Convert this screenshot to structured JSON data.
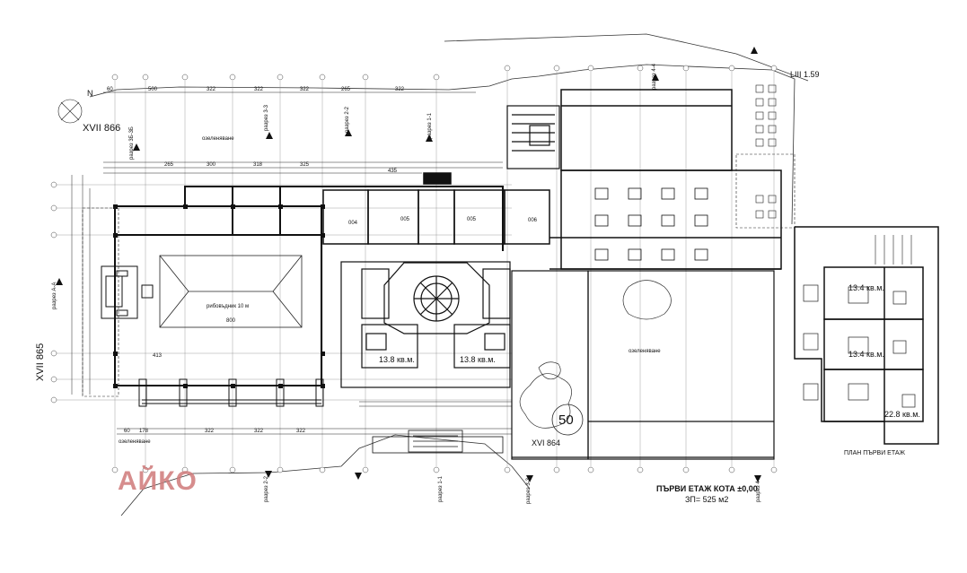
{
  "drawing": {
    "title_main": "ПЪРВИ ЕТАЖ КОТА ±0,00",
    "title_area": "ЗП= 525 м2",
    "inset_title": "ПЛАН ПЪРВИ ЕТАЖ",
    "watermark": "АЙКО",
    "north_label": "N",
    "contour_labels": [
      "XVII 866",
      "XVII 865",
      "XVI 864",
      "LIII 1.59"
    ],
    "lot_number": "50",
    "room_numbers": [
      "004",
      "005",
      "005",
      "006"
    ],
    "areas": [
      "13.8 кв.м.",
      "13.8 кв.м.",
      "13.4 кв.м.",
      "13.4 кв.м.",
      "22.8 кв.м."
    ],
    "section_marks": [
      "разрез 3Б-3Б",
      "разрез 3-3",
      "разрез 2-2",
      "разрез 1-1",
      "разрез 4-4",
      "разрез А-А",
      "разрез 2-2",
      "разрез 1-1",
      "разрез 3-3",
      "разрез 4-4"
    ],
    "landscape_label": "озеленяване",
    "pool_label": "рибовъдник 10 м",
    "dims_top": [
      "60",
      "500",
      "322",
      "322",
      "322",
      "265",
      "322"
    ],
    "dims_bottom": [
      "60",
      "178",
      "322",
      "322",
      "322"
    ],
    "dims_second": [
      "265",
      "300",
      "318",
      "325"
    ],
    "dims_misc": [
      "413",
      "800",
      "435"
    ]
  },
  "colors": {
    "line": "#1a1a1a",
    "wall": "#111111",
    "grid": "#888888",
    "watermark": "#cf7a7a"
  }
}
